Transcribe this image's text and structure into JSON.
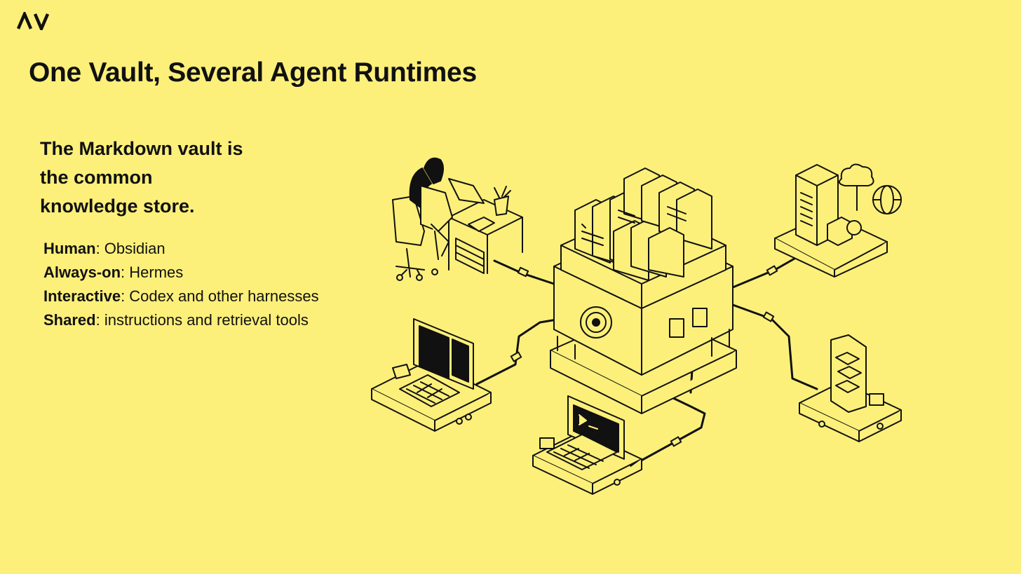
{
  "logo": {
    "text": "AV"
  },
  "title": "One Vault, Several Agent Runtimes",
  "lead": {
    "line1": "The Markdown vault is",
    "line2": "the common",
    "line3": "knowledge store."
  },
  "runtimes": [
    {
      "label": "Human",
      "desc": ": Obsidian"
    },
    {
      "label": "Always-on",
      "desc": ": Hermes"
    },
    {
      "label": "Interactive",
      "desc": ": Codex and other harnesses"
    },
    {
      "label": "Shared",
      "desc": ": instructions and retrieval tools"
    }
  ],
  "illustration": {
    "hub": "vault-file-cabinet",
    "nodes": [
      "human-desk",
      "server-with-cloud-globe",
      "desktop-computer",
      "smartphone-chat",
      "terminal-laptop"
    ],
    "colors": {
      "background": "#FDF07A",
      "ink": "#111111"
    }
  }
}
